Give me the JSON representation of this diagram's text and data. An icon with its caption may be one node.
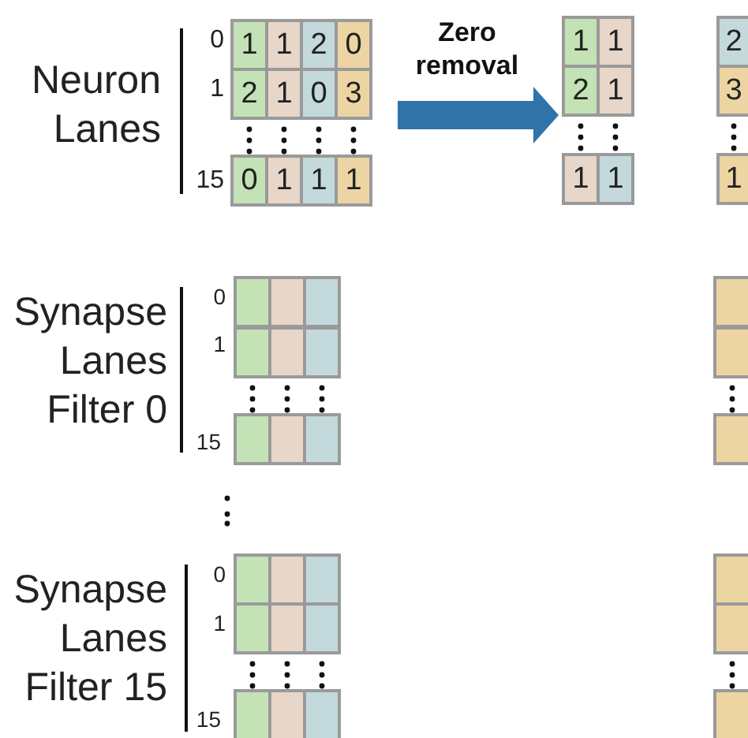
{
  "diagram": {
    "nodes": [
      {
        "text": [],
        "shape": "box",
        "beside": [
          "Neuron Lanes"
        ]
      },
      {
        "text": [
          "1"
        ],
        "in": 0
      },
      {
        "text": [
          "1"
        ],
        "in": 0
      },
      {
        "text": [
          "2"
        ],
        "in": 0
      },
      {
        "text": [
          "0"
        ],
        "in": 0
      },
      {
        "text": [
          "2"
        ],
        "in": 0
      },
      {
        "text": [
          "1"
        ],
        "in": 0
      },
      {
        "text": [
          "0"
        ],
        "in": 0
      },
      {
        "text": [
          "3"
        ],
        "in": 0
      },
      {
        "text": [
          "0"
        ],
        "in": 0
      },
      {
        "text": [
          "1"
        ],
        "in": 0
      },
      {
        "text": [
          "1"
        ],
        "in": 0
      },
      {
        "text": [
          "1"
        ],
        "in": 0
      },
      {
        "text": [],
        "shape": "box"
      },
      {
        "text": [
          "1"
        ],
        "in": 13
      },
      {
        "text": [
          "1"
        ],
        "in": 13
      },
      {
        "text": [
          "2"
        ],
        "in": 13
      },
      {
        "text": [
          "1"
        ],
        "in": 13
      },
      {
        "text": [
          "1"
        ],
        "in": 13
      },
      {
        "text": [
          "1"
        ],
        "in": 13
      },
      {
        "text": [],
        "shape": "box"
      },
      {
        "text": [
          "2"
        ],
        "in": 20
      },
      {
        "text": [
          "3"
        ],
        "in": 20
      },
      {
        "text": [
          "1"
        ],
        "in": 20
      },
      {
        "text": [],
        "shape": "box",
        "beside": [
          "Synapse Lanes Filter 0"
        ]
      },
      {
        "text": [],
        "shape": "box",
        "in": 24
      },
      {
        "text": [],
        "shape": "box",
        "in": 24
      },
      {
        "text": [],
        "shape": "box",
        "in": 24
      },
      {
        "text": [],
        "shape": "box",
        "in": 24
      },
      {
        "text": [],
        "shape": "box",
        "in": 24
      },
      {
        "text": [],
        "shape": "box",
        "in": 24
      },
      {
        "text": [],
        "shape": "box",
        "in": 24
      },
      {
        "text": [],
        "shape": "box",
        "in": 24
      },
      {
        "text": [],
        "shape": "box",
        "in": 24
      },
      {
        "text": [],
        "shape": "box"
      },
      {
        "text": [],
        "shape": "box",
        "in": 34
      },
      {
        "text": [],
        "shape": "box",
        "in": 34
      },
      {
        "text": [],
        "shape": "box",
        "in": 34
      },
      {
        "text": [],
        "shape": "box",
        "beside": [
          "Synapse Lanes Filter 15"
        ]
      },
      {
        "text": [],
        "shape": "box",
        "in": 38
      },
      {
        "text": [],
        "shape": "box",
        "in": 38
      },
      {
        "text": [],
        "shape": "box",
        "in": 38
      },
      {
        "text": [],
        "shape": "box",
        "in": 38
      },
      {
        "text": [],
        "shape": "box",
        "in": 38
      },
      {
        "text": [],
        "shape": "box",
        "in": 38
      },
      {
        "text": [],
        "shape": "box",
        "in": 38
      },
      {
        "text": [],
        "shape": "box",
        "in": 38
      },
      {
        "text": [],
        "shape": "box",
        "in": 38
      },
      {
        "text": [],
        "shape": "box"
      },
      {
        "text": [],
        "shape": "box",
        "in": 48
      },
      {
        "text": [],
        "shape": "box",
        "in": 48
      },
      {
        "text": [],
        "shape": "box",
        "in": 48
      }
    ],
    "edges": [
      {
        "from": 0,
        "to": 13,
        "arrow": "to",
        "label": "Zero removal",
        "color": "#2f73a8"
      }
    ],
    "labels": [
      "0",
      "1",
      "15",
      "0",
      "1",
      "15",
      "0",
      "1",
      "15"
    ]
  }
}
